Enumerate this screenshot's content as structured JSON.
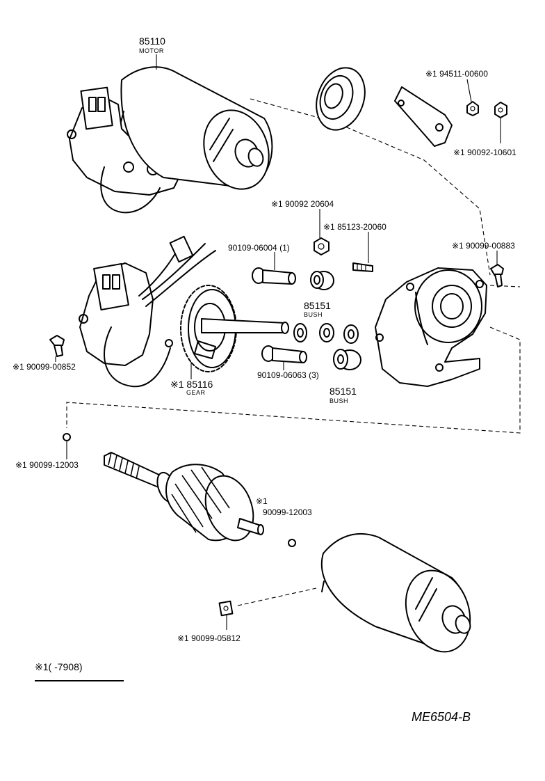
{
  "labels": {
    "motor_part": "85110",
    "motor_name": "MOTOR",
    "nut_94511": "※1 94511-00600",
    "nut_90092_10601": "※1 90092-10601",
    "nut_90092_20604": "※1 90092 20604",
    "stud_85123": "※1 85123-20060",
    "screw_90109_06004": "90109-06004 (1)",
    "screw_90099_00883": "※1 90099-00883",
    "bush_upper_part": "85151",
    "bush_upper_name": "BUSH",
    "screw_90099_00852": "※1 90099-00852",
    "gear_part": "※1 85116",
    "gear_name": "GEAR",
    "screw_90109_06063": "90109-06063 (3)",
    "bush_lower_part": "85151",
    "bush_lower_name": "BUSH",
    "ball_left": "※1 90099-12003",
    "ball_right_mark": "※1",
    "ball_right": "90099-12003",
    "clip_90099_05812": "※1 90099-05812",
    "legend": "※1(        -7908)",
    "drawing_code": "ME6504-B"
  }
}
